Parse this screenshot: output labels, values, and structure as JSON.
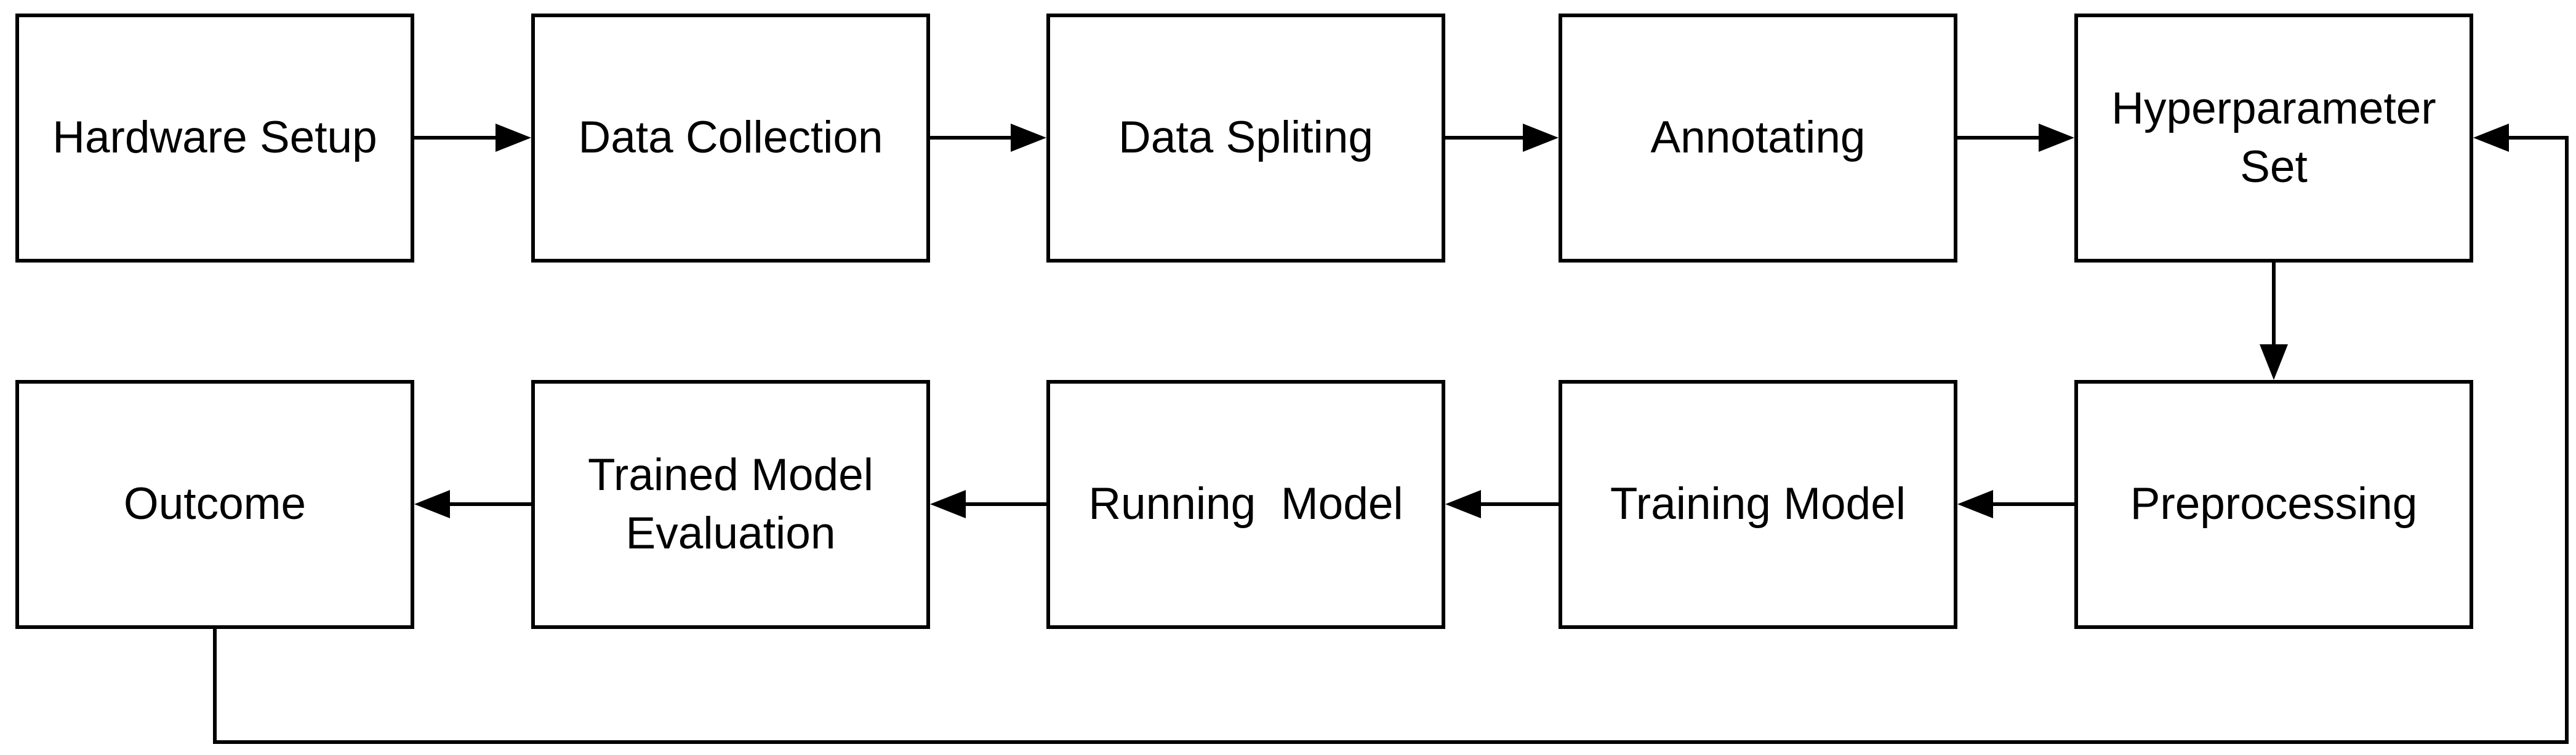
{
  "diagram": {
    "type": "flowchart",
    "background_color": "#ffffff",
    "stroke_color": "#000000",
    "text_color": "#000000",
    "nodes": [
      {
        "id": "hardware-setup",
        "label": "Hardware Setup",
        "row": 1,
        "col": 1
      },
      {
        "id": "data-collection",
        "label": "Data Collection",
        "row": 1,
        "col": 2
      },
      {
        "id": "data-spliting",
        "label": "Data Spliting",
        "row": 1,
        "col": 3
      },
      {
        "id": "annotating",
        "label": "Annotating",
        "row": 1,
        "col": 4
      },
      {
        "id": "hyperparameter-set",
        "label": "Hyperparameter Set",
        "row": 1,
        "col": 5
      },
      {
        "id": "outcome",
        "label": "Outcome",
        "row": 2,
        "col": 1
      },
      {
        "id": "trained-model-evaluation",
        "label": "Trained Model Evaluation",
        "row": 2,
        "col": 2
      },
      {
        "id": "running-model",
        "label": "Running  Model",
        "row": 2,
        "col": 3
      },
      {
        "id": "training-model",
        "label": "Training Model",
        "row": 2,
        "col": 4
      },
      {
        "id": "preprocessing",
        "label": "Preprocessing",
        "row": 2,
        "col": 5
      }
    ],
    "edges": [
      {
        "from": "hardware-setup",
        "to": "data-collection",
        "direction": "right"
      },
      {
        "from": "data-collection",
        "to": "data-spliting",
        "direction": "right"
      },
      {
        "from": "data-spliting",
        "to": "annotating",
        "direction": "right"
      },
      {
        "from": "annotating",
        "to": "hyperparameter-set",
        "direction": "right"
      },
      {
        "from": "hyperparameter-set",
        "to": "preprocessing",
        "direction": "down"
      },
      {
        "from": "preprocessing",
        "to": "training-model",
        "direction": "left"
      },
      {
        "from": "training-model",
        "to": "running-model",
        "direction": "left"
      },
      {
        "from": "running-model",
        "to": "trained-model-evaluation",
        "direction": "left"
      },
      {
        "from": "trained-model-evaluation",
        "to": "outcome",
        "direction": "left"
      },
      {
        "from": "outcome",
        "to": "hyperparameter-set",
        "direction": "feedback-loop-bottom-right"
      }
    ]
  }
}
